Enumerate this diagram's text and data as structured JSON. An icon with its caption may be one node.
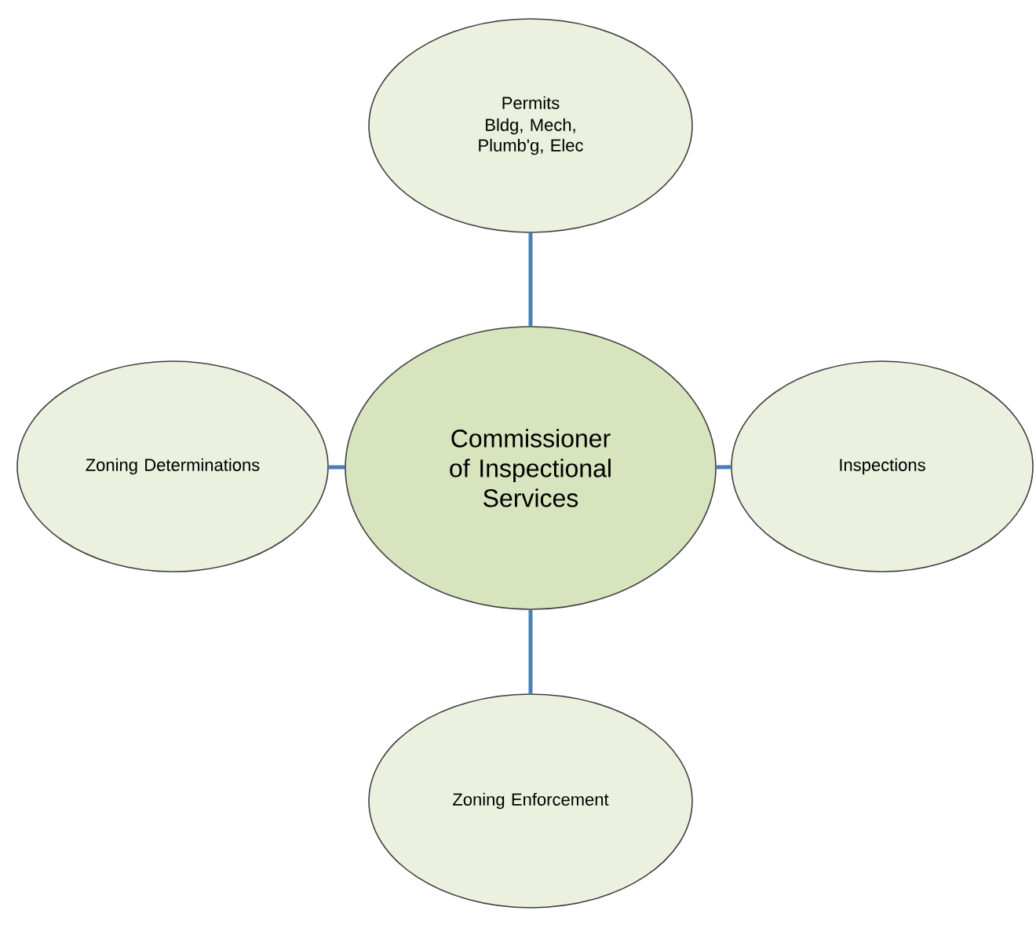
{
  "diagram": {
    "nodes": [
      {
        "text": [
          "Permits",
          "Bldg, Mech, Plumb'g, Elec"
        ]
      },
      {
        "text": [
          "Zoning Determinations"
        ]
      },
      {
        "text": [
          "Commissioner of Inspectional Services"
        ]
      },
      {
        "text": [
          "Inspections"
        ]
      },
      {
        "text": [
          "Zoning Enforcement"
        ]
      }
    ],
    "edges": [
      {
        "from": 2,
        "to": 0,
        "arrow": "none"
      },
      {
        "from": 2,
        "to": 1,
        "arrow": "none"
      },
      {
        "from": 2,
        "to": 3,
        "arrow": "none"
      },
      {
        "from": 2,
        "to": 4,
        "arrow": "none"
      }
    ]
  }
}
